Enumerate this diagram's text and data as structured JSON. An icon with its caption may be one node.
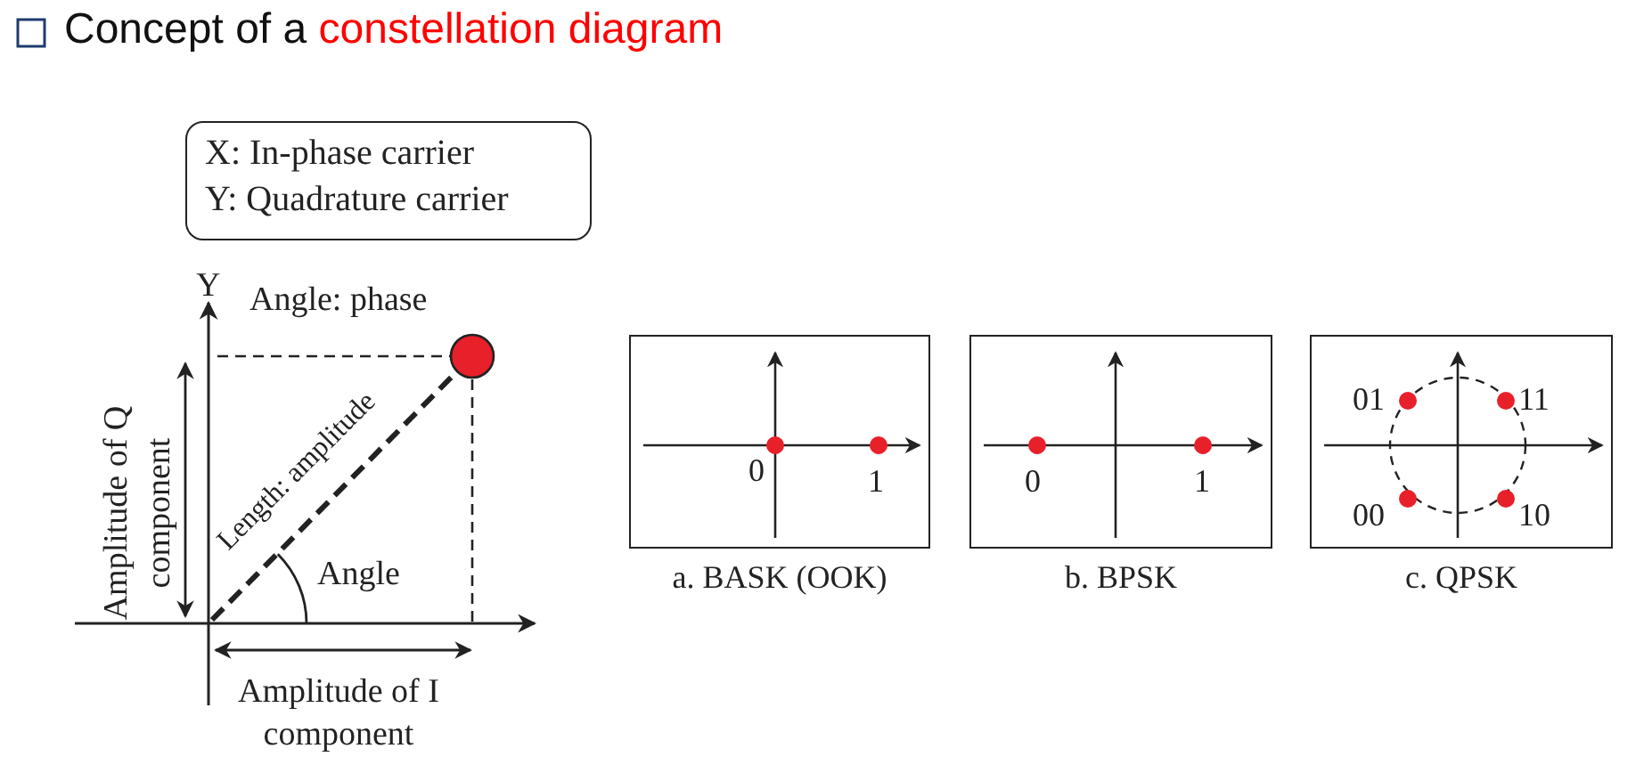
{
  "diagram": {
    "title": "Concept of a constellation diagram",
    "nodes": [
      {
        "text": [
          "X: In-phase carrier",
          "Y: Quadrature carrier"
        ]
      },
      {
        "text": [
          "0",
          "1"
        ],
        "beside": [
          "a. BASK (OOK)"
        ]
      },
      {
        "text": [
          "0",
          "1"
        ],
        "beside": [
          "b. BPSK"
        ]
      },
      {
        "text": [
          "01",
          "11",
          "00",
          "10"
        ],
        "beside": [
          "c. QPSK"
        ]
      }
    ],
    "labels": [
      "Y",
      "Angle: phase",
      "Amplitude of Q component",
      "Length: amplitude",
      "Angle",
      "Amplitude of I component"
    ]
  }
}
